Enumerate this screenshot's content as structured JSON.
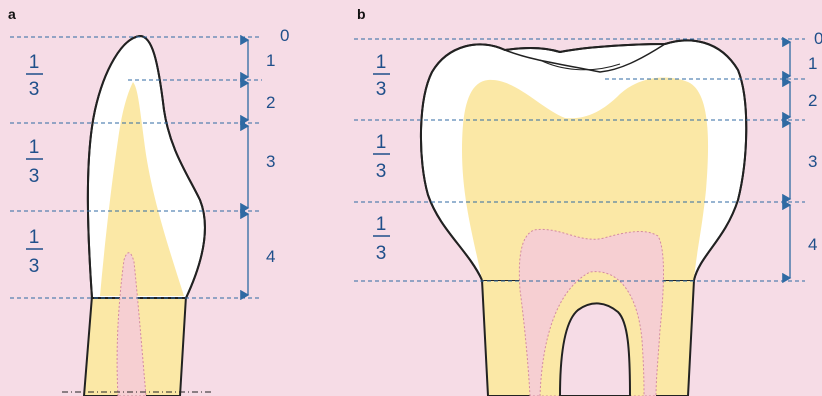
{
  "panels": {
    "a": {
      "label": "a",
      "fractions": [
        {
          "num": "1",
          "den": "3"
        },
        {
          "num": "1",
          "den": "3"
        },
        {
          "num": "1",
          "den": "3"
        }
      ],
      "levels": [
        "0",
        "1",
        "2",
        "3",
        "4"
      ]
    },
    "b": {
      "label": "b",
      "fractions": [
        {
          "num": "1",
          "den": "3"
        },
        {
          "num": "1",
          "den": "3"
        },
        {
          "num": "1",
          "den": "3"
        }
      ],
      "levels": [
        "0",
        "1",
        "2",
        "3",
        "4"
      ]
    }
  },
  "colors": {
    "background": "#f6dce6",
    "enamel": "#ffffff",
    "dentin": "#fbe8a6",
    "pulp": "#f6cfd2",
    "outline": "#222222",
    "guide": "#2f6aa3",
    "text": "#1f4f8a"
  }
}
